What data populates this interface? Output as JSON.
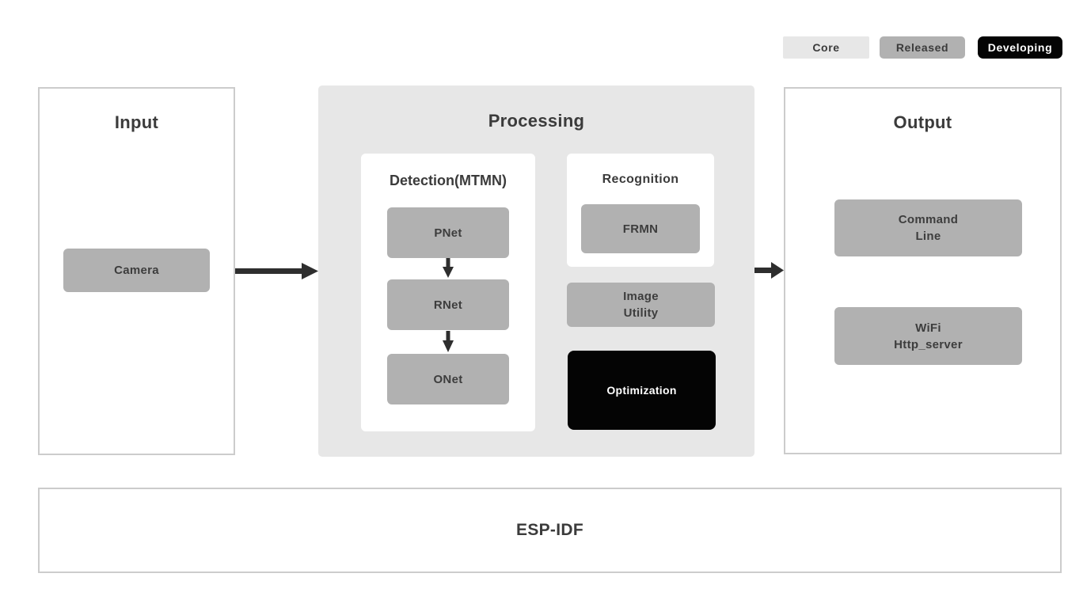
{
  "legend": {
    "core": "Core",
    "released": "Released",
    "developing": "Developing"
  },
  "input": {
    "title": "Input",
    "camera_label": "Camera"
  },
  "processing": {
    "title": "Processing",
    "detection": {
      "title": "Detection(MTMN)",
      "pnet_label": "PNet",
      "rnet_label": "RNet",
      "onet_label": "ONet"
    },
    "recognition": {
      "title": "Recognition",
      "frmn_label": "FRMN"
    },
    "image_utility": {
      "line1": "Image",
      "line2": "Utility"
    },
    "optimization_label": "Optimization"
  },
  "output": {
    "title": "Output",
    "command_line": {
      "line1": "Command",
      "line2": "Line"
    },
    "wifi_server": {
      "line1": "WiFi",
      "line2": "Http_server"
    }
  },
  "foundation": {
    "title": "ESP-IDF"
  },
  "colors": {
    "core_fill": "#e7e7e7",
    "released_fill": "#b1b1b1",
    "developing_fill": "#040404",
    "panel_border": "#cccccc",
    "text_dark": "#3b3b3b",
    "text_light": "#ffffff",
    "arrow": "#2e2e2e"
  }
}
